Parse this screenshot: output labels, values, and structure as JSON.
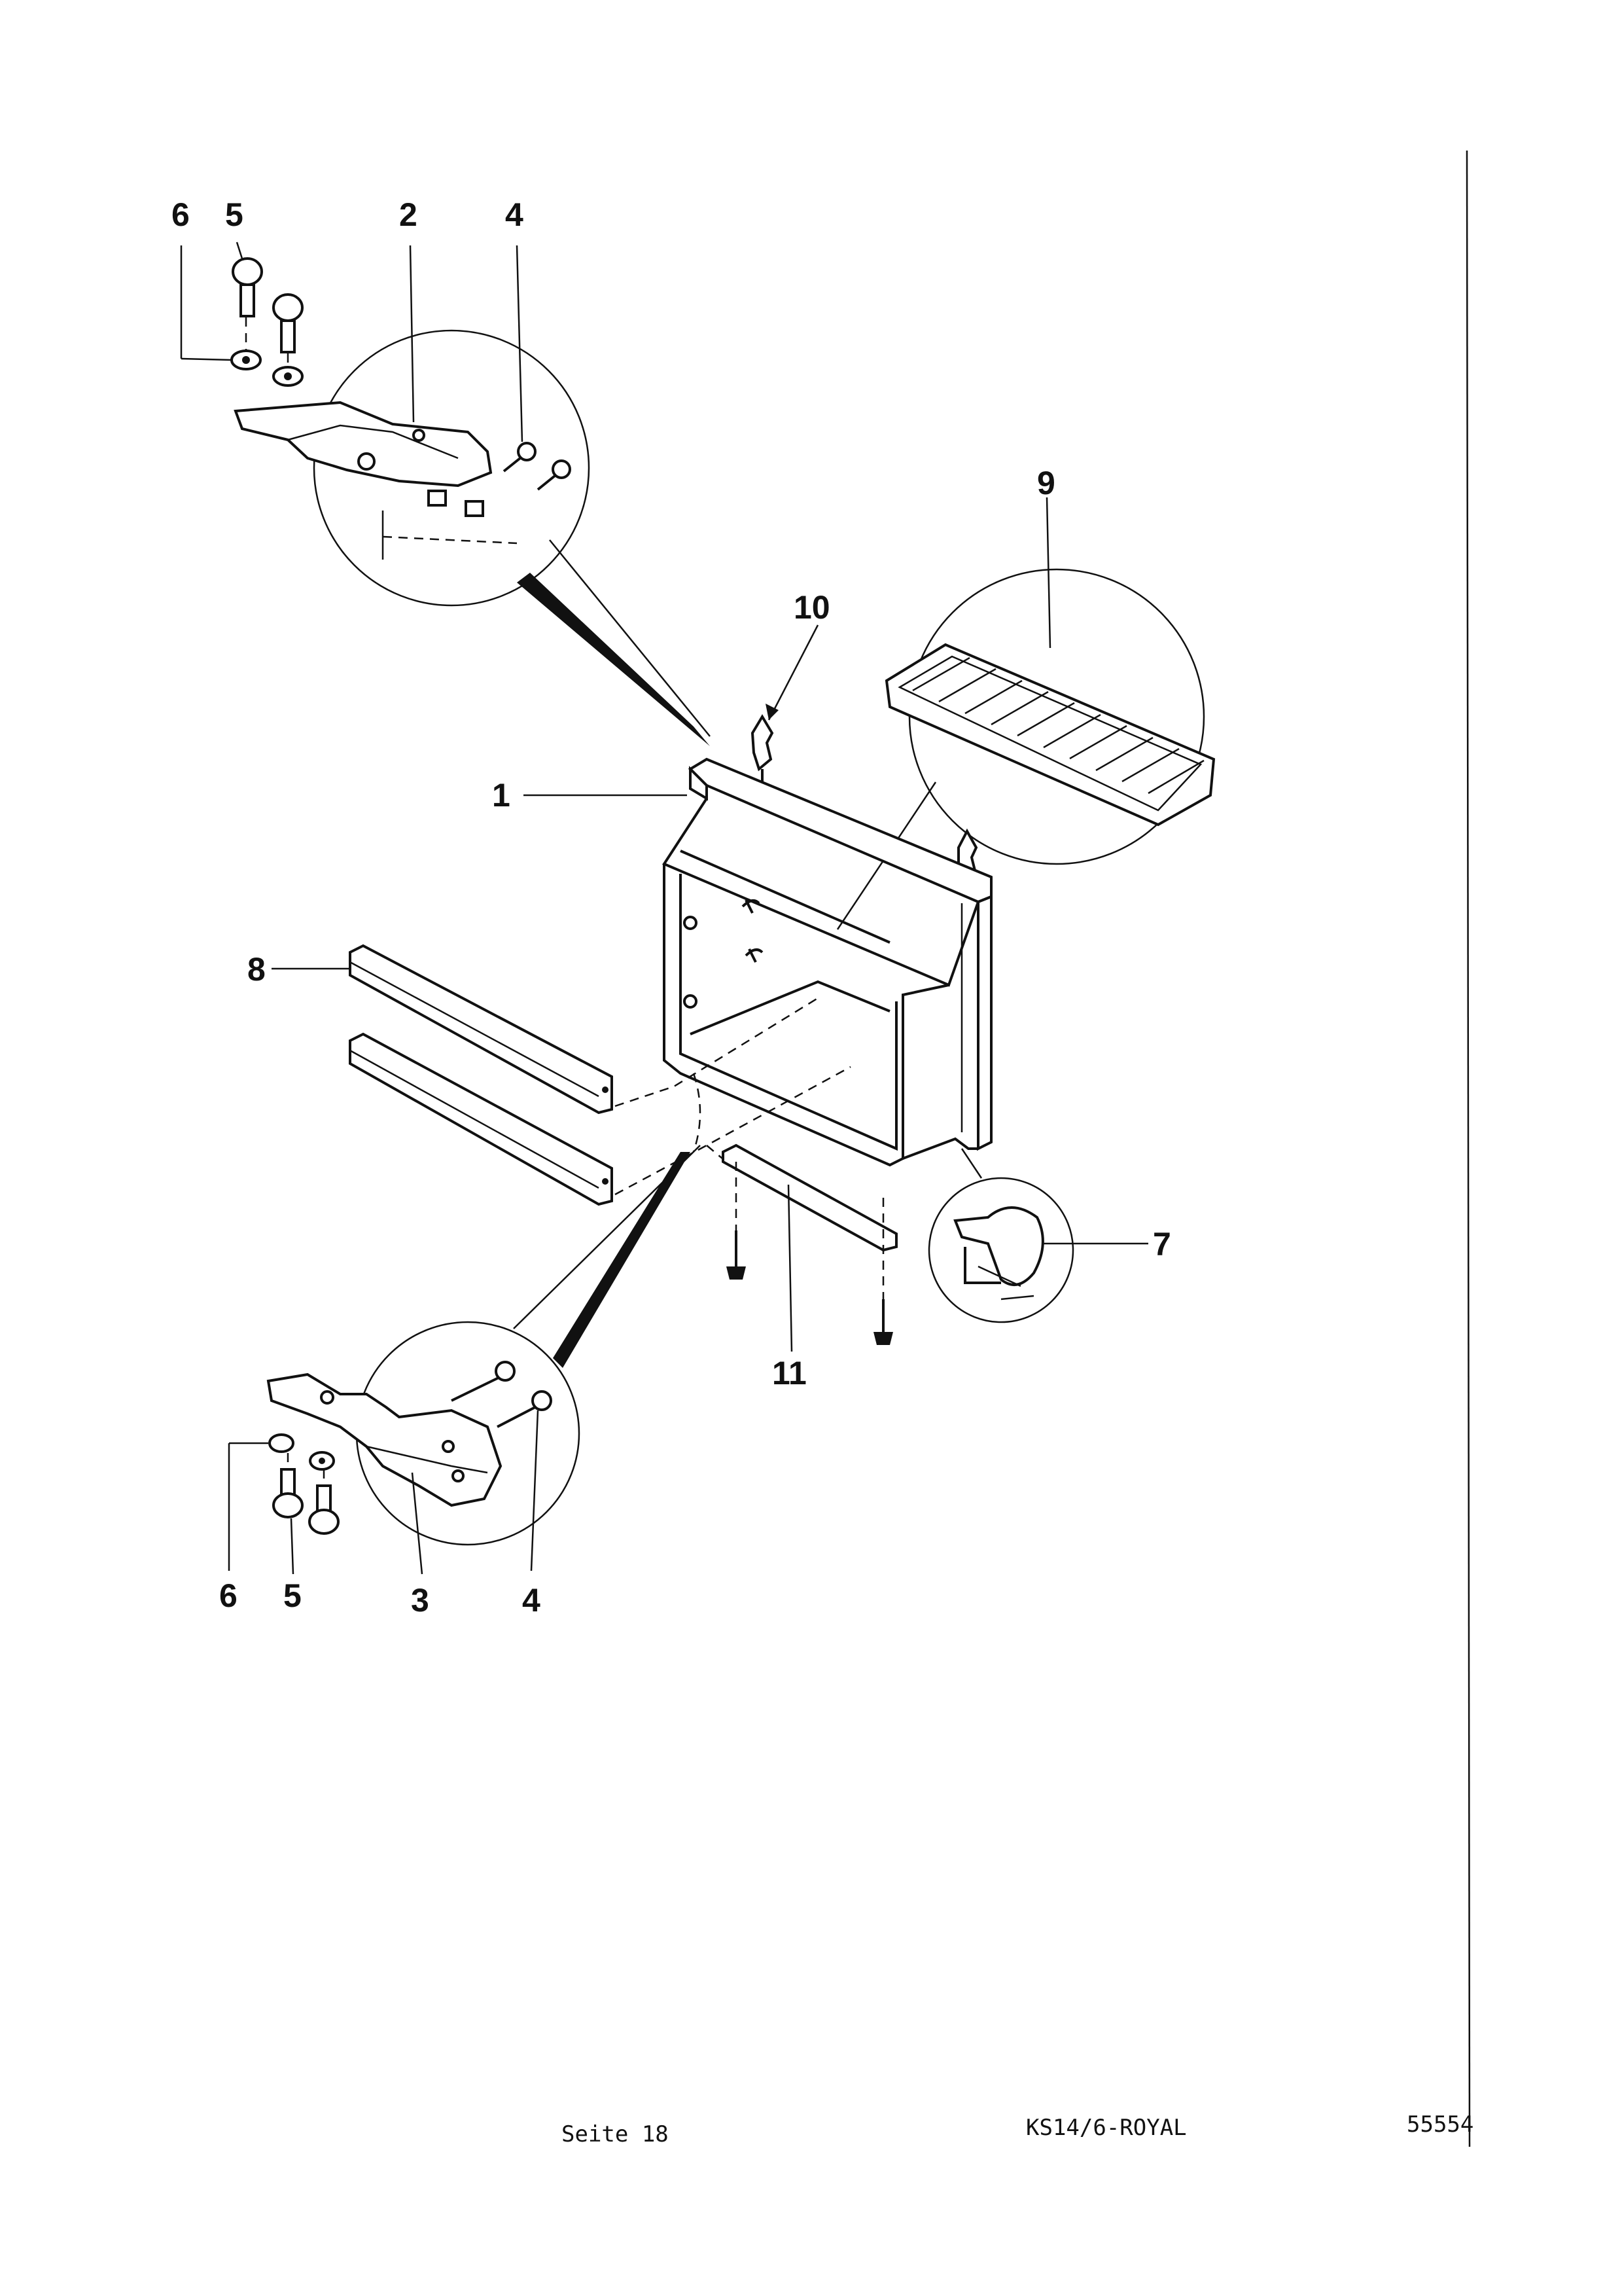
{
  "callouts": {
    "top_left": {
      "c6": "6",
      "c5": "5",
      "c2": "2",
      "c4": "4"
    },
    "c9": "9",
    "c10": "10",
    "c1": "1",
    "c8": "8",
    "c7": "7",
    "c11": "11",
    "bottom_left": {
      "c6": "6",
      "c5": "5",
      "c3": "3",
      "c4": "4"
    }
  },
  "footer": {
    "page": "Seite 18",
    "model": "KS14/6-ROYAL",
    "code": "55554"
  }
}
